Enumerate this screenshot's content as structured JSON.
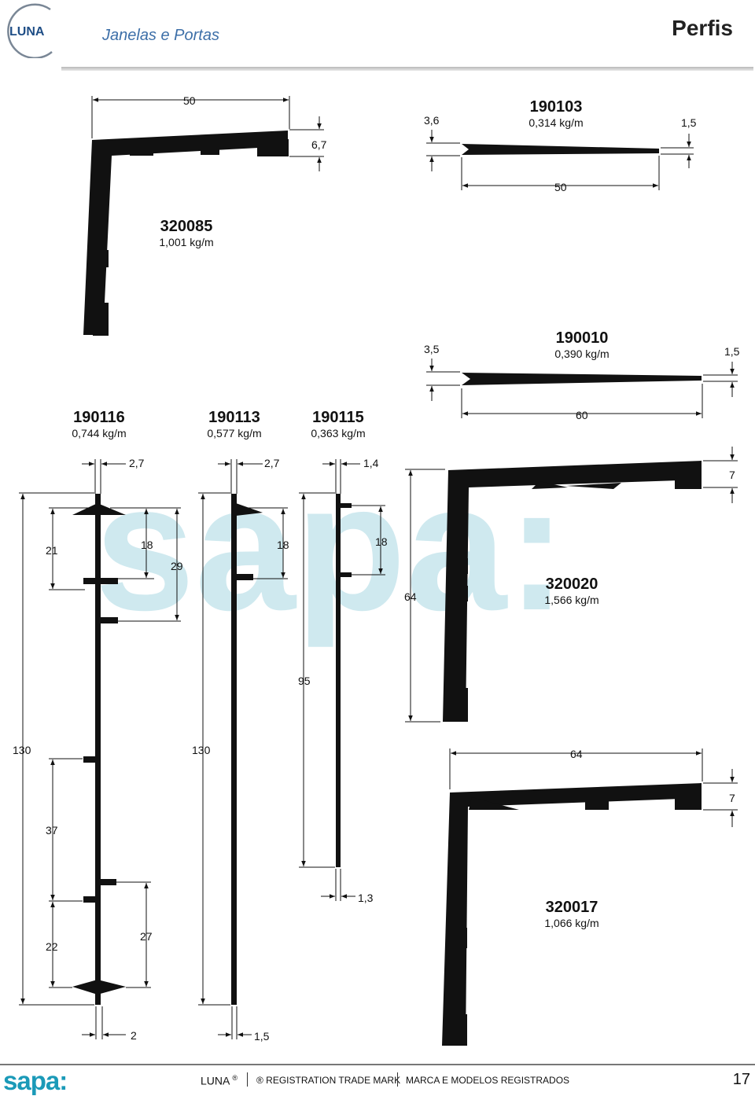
{
  "header": {
    "brand": "LUNA",
    "subtitle": "Janelas e Portas",
    "title": "Perfis"
  },
  "watermark": "sapa:",
  "profiles": [
    {
      "code": "320085",
      "weight": "1,001 kg/m",
      "dims": [
        "50",
        "6,7"
      ]
    },
    {
      "code": "190103",
      "weight": "0,314 kg/m",
      "dims": [
        "3,6",
        "1,5",
        "50"
      ]
    },
    {
      "code": "190010",
      "weight": "0,390 kg/m",
      "dims": [
        "3,5",
        "1,5",
        "60"
      ]
    },
    {
      "code": "190116",
      "weight": "0,744 kg/m",
      "dims": [
        "2,7",
        "21",
        "18",
        "29",
        "130",
        "37",
        "22",
        "27",
        "2"
      ]
    },
    {
      "code": "190113",
      "weight": "0,577 kg/m",
      "dims": [
        "2,7",
        "18",
        "130",
        "1,5"
      ]
    },
    {
      "code": "190115",
      "weight": "0,363 kg/m",
      "dims": [
        "1,4",
        "18",
        "95",
        "1,3"
      ]
    },
    {
      "code": "320020",
      "weight": "1,566 kg/m",
      "dims": [
        "64",
        "7"
      ]
    },
    {
      "code": "320017",
      "weight": "1,066 kg/m",
      "dims": [
        "64",
        "7"
      ]
    }
  ],
  "footer": {
    "brand": "sapa:",
    "luna": "LUNA",
    "reg": "®",
    "trademark": "® REGISTRATION TRADE MARK",
    "models": "MARCA E MODELOS REGISTRADOS",
    "page": "17"
  }
}
